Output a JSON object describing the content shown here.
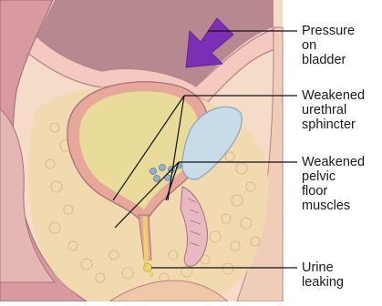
{
  "labels": [
    {
      "id": "pressure",
      "lines": [
        "Pressure",
        "on",
        "bladder"
      ]
    },
    {
      "id": "sphincter",
      "lines": [
        "Weakened",
        "urethral",
        "sphincter"
      ]
    },
    {
      "id": "pelvic",
      "lines": [
        "Weakened",
        "pelvic",
        "floor",
        "muscles"
      ]
    },
    {
      "id": "urine",
      "lines": [
        "Urine",
        "leaking"
      ]
    }
  ],
  "colors": {
    "arrow": "#7b2fb5",
    "bladder_fill": "#e9dc9a",
    "tissue_pink": "#f2c4b4",
    "muscle_rose": "#e7a79a",
    "fat_tan": "#f1d9b0",
    "outline_mauve": "#a9707b"
  }
}
